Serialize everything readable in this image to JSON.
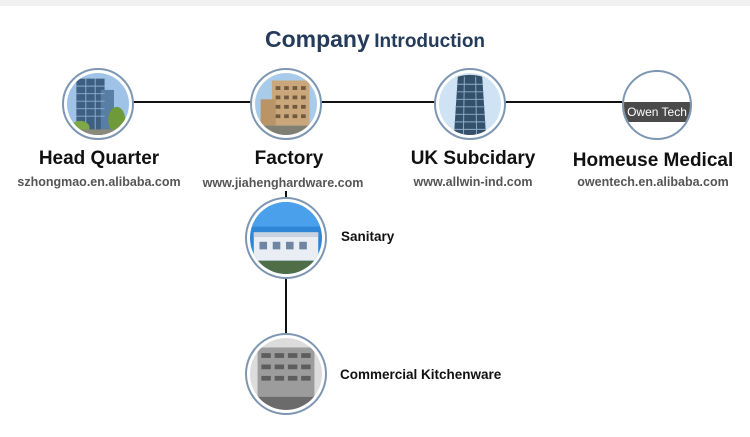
{
  "title": {
    "part1": "Company",
    "part2": "Introduction"
  },
  "nodes": [
    {
      "name": "Head Quarter",
      "url": "szhongmao.en.alibaba.com"
    },
    {
      "name": "Factory",
      "url": "www.jiahenghardware.com"
    },
    {
      "name": "UK Subcidary",
      "url": "www.allwin-ind.com"
    },
    {
      "name": "Homeuse Medical",
      "url": "owentech.en.alibaba.com",
      "logo_text": "Owen Tech"
    }
  ],
  "branches": [
    {
      "name": "Sanitary"
    },
    {
      "name": "Commercial Kitchenware"
    }
  ]
}
